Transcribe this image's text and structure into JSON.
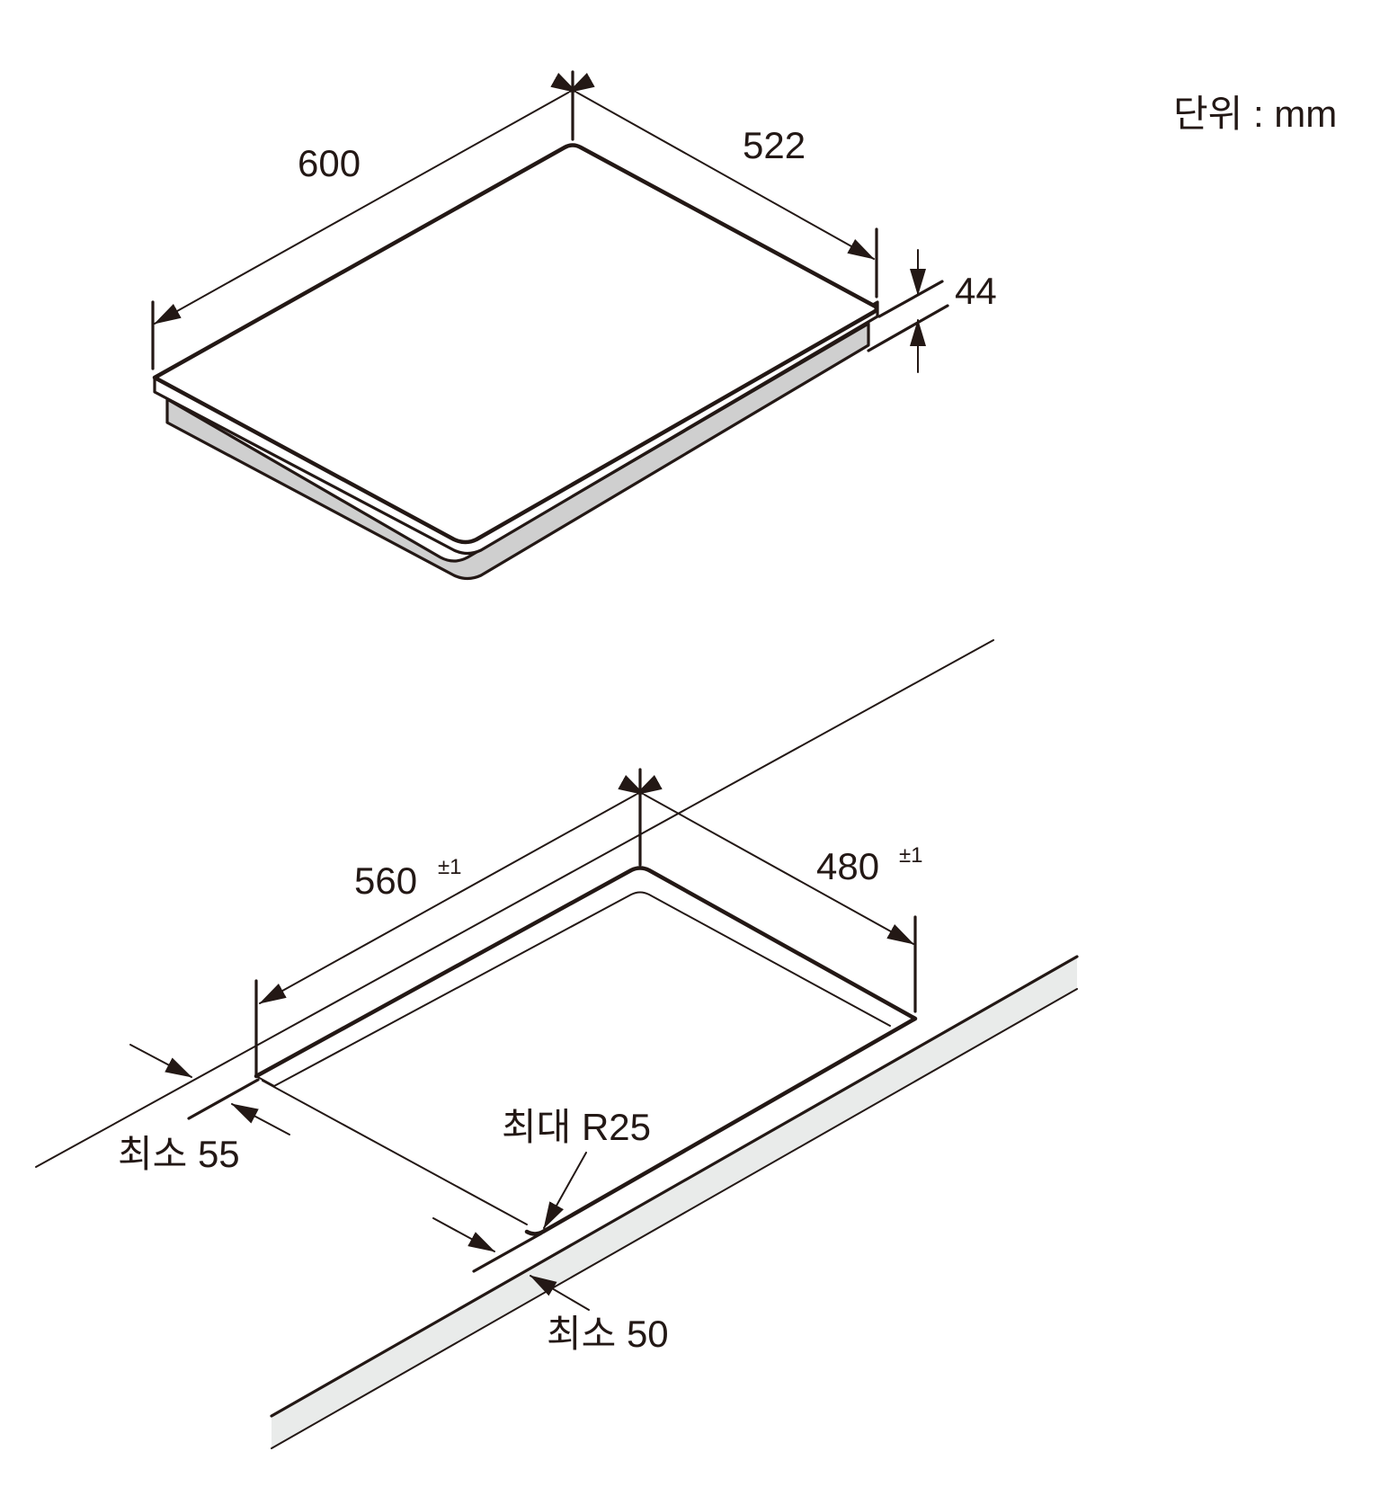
{
  "unit_label": "단위 : mm",
  "cooktop": {
    "width": "600",
    "depth": "522",
    "height": "44"
  },
  "cutout": {
    "width": "560",
    "width_tolerance": "±1",
    "depth": "480",
    "depth_tolerance": "±1",
    "corner_radius": "최대 R25",
    "min_rear_clearance": "최소 55",
    "min_front_clearance": "최소 50"
  },
  "colors": {
    "line": "#231815",
    "cooktop_side": "#cfcfcf",
    "counter_edge": "#e9ebea"
  }
}
